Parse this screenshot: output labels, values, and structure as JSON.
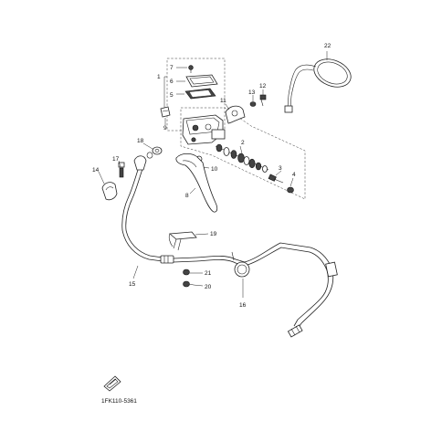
{
  "diagram": {
    "drawing_code": "1FK110-5361",
    "part_numbers": {
      "p1": "1",
      "p2": "2",
      "p3": "3",
      "p4": "4",
      "p5": "5",
      "p6": "6",
      "p7": "7",
      "p8": "8",
      "p9": "9",
      "p10": "10",
      "p11": "11",
      "p12": "12",
      "p13": "13",
      "p14": "14",
      "p15": "15",
      "p16": "16",
      "p17": "17",
      "p18": "18",
      "p19": "19",
      "p20": "20",
      "p21": "21",
      "p22": "22"
    }
  }
}
